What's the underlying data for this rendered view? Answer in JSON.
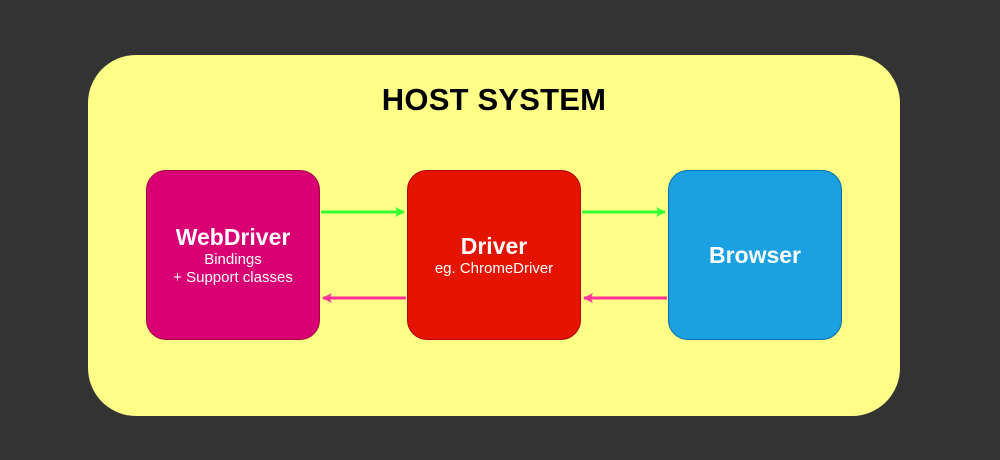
{
  "diagram": {
    "title": "HOST SYSTEM",
    "nodes": {
      "webdriver": {
        "title": "WebDriver",
        "subtitle_line1": "Bindings",
        "subtitle_line2": "+ Support classes",
        "color": "#d80073"
      },
      "driver": {
        "title": "Driver",
        "subtitle_line1": "eg. ChromeDriver",
        "color": "#e51400"
      },
      "browser": {
        "title": "Browser",
        "color": "#1ba1e2"
      }
    },
    "edges": [
      {
        "from": "WebDriver",
        "to": "Driver",
        "color": "#33ff33"
      },
      {
        "from": "Driver",
        "to": "Browser",
        "color": "#33ff33"
      },
      {
        "from": "Browser",
        "to": "Driver",
        "color": "#ff3399"
      },
      {
        "from": "Driver",
        "to": "WebDriver",
        "color": "#ff3399"
      }
    ],
    "colors": {
      "background": "#333333",
      "container": "#ffff88",
      "request_arrow": "#33ff33",
      "response_arrow": "#ff3399"
    }
  }
}
